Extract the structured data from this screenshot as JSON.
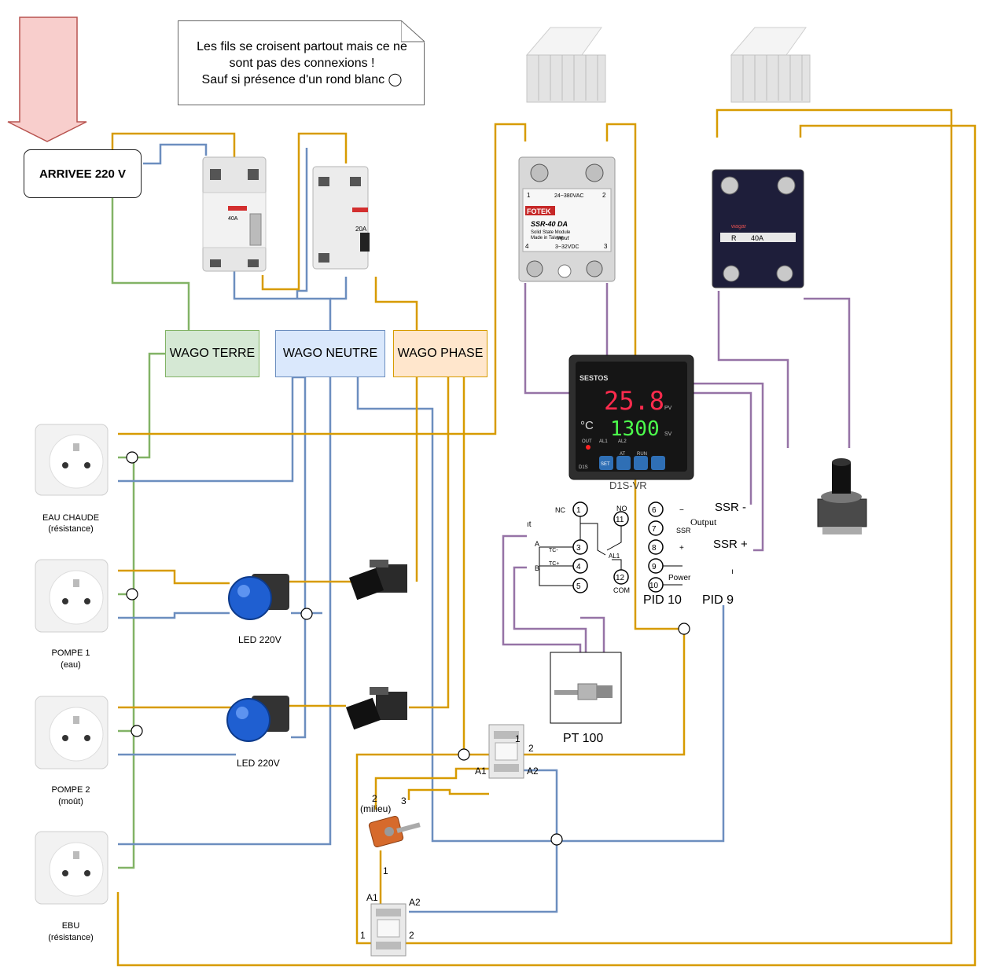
{
  "note": {
    "text": "Les fils se croisent partout mais ce ne\nsont pas des connexions !\nSauf si présence d'un rond blanc ◯"
  },
  "arrivee": {
    "label": "ARRIVEE 220 V"
  },
  "wago": {
    "terre": "WAGO TERRE",
    "neutre": "WAGO NEUTRE",
    "phase": "WAGO PHASE"
  },
  "sockets": [
    {
      "name": "EAU CHAUDE",
      "sub": "(résistance)"
    },
    {
      "name": "POMPE 1",
      "sub": "(eau)"
    },
    {
      "name": "POMPE 2",
      "sub": "(moût)"
    },
    {
      "name": "EBU",
      "sub": "(résistance)"
    }
  ],
  "led_label": "LED 220V",
  "ssr1": {
    "brand": "FOTEK",
    "model": "SSR-40 DA",
    "sub": "Solid State Module",
    "made": "Made in Taiwan",
    "vac": "24~380VAC",
    "input": "Input",
    "vdc": "3~32VDC",
    "t1": "1",
    "t2": "2",
    "t3": "3",
    "t4": "4"
  },
  "ssr2": {
    "brand": "wagar",
    "rating": "40A",
    "r": "R"
  },
  "breaker1": {
    "rating": "40A"
  },
  "breaker2": {
    "rating": "20A"
  },
  "pid": {
    "brand": "SESTOS",
    "pv": "25.8",
    "sv": "1300",
    "unit": "°C",
    "pv_tag": "PV",
    "sv_tag": "SV",
    "out": "OUT",
    "al1": "AL1",
    "al2": "AL2",
    "at": "AT",
    "run": "RUN",
    "set": "SET",
    "model_short": "D1S",
    "model_cut": "D1S-VR"
  },
  "pid_terminals": {
    "nc": "NC",
    "no": "NO",
    "t1": "1",
    "t3": "3",
    "t4": "4",
    "t5": "5",
    "t11": "11",
    "t12": "12",
    "com": "COM",
    "al1": "AL1",
    "a": "A",
    "b": "B",
    "tc_minus": "TC-",
    "tc_plus": "TC+",
    "t6": "6",
    "t7": "7",
    "t8": "8",
    "t9": "9",
    "t10": "10",
    "output": "Output",
    "ssr": "SSR",
    "minus": "−",
    "plus": "+",
    "power": "Power",
    "left_cut": "ıt",
    "right_cut": "ı"
  },
  "labels": {
    "ssr_minus": "SSR -",
    "ssr_plus": "SSR +",
    "pid10": "PID 10",
    "pid9": "PID 9",
    "pt100": "PT 100"
  },
  "contactor1": {
    "t1": "1",
    "t2": "2",
    "a1": "A1",
    "a2": "A2"
  },
  "contactor2": {
    "a1": "A1",
    "a2": "A2",
    "t1": "1",
    "t2": "2"
  },
  "toggle": {
    "t2": "2",
    "milieu": "(milieu)",
    "t3": "3",
    "t1": "1"
  },
  "colors": {
    "phase": "#d79b00",
    "neutral": "#6c8ebf",
    "earth": "#82b366",
    "signal": "#9673a6"
  }
}
